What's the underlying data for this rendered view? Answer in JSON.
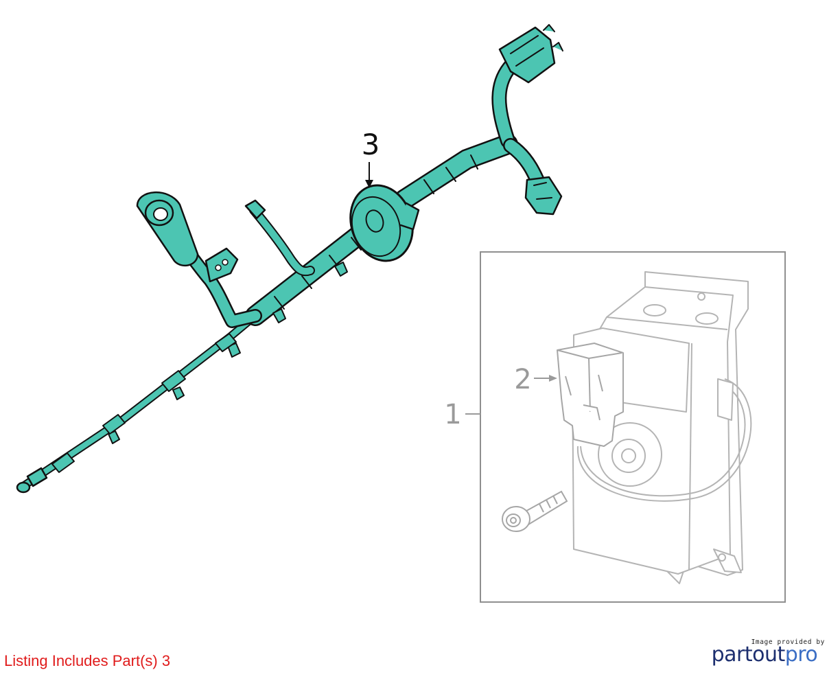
{
  "callouts": {
    "harness": "3",
    "connector": "2",
    "module": "1"
  },
  "listing_note": "Listing Includes Part(s) 3",
  "credit": {
    "caption": "Image provided by",
    "brand_part1": "partout",
    "brand_part2": "pro"
  },
  "colors": {
    "highlight": "#4cc5b2",
    "outline": "#111111",
    "unhighlighted": "#9a9a9a",
    "note_text": "#e01b1b"
  }
}
